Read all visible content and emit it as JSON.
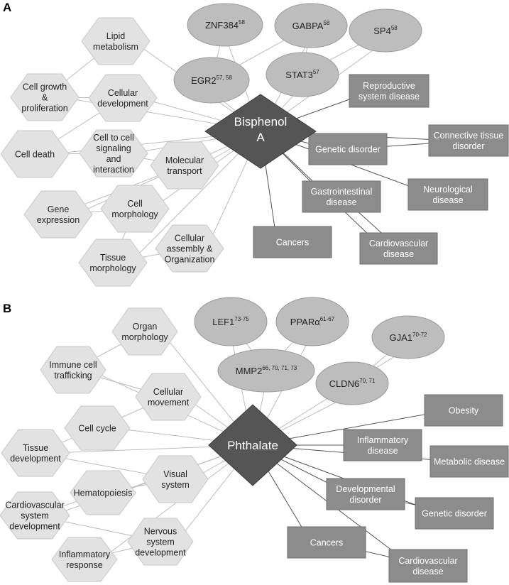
{
  "panels": [
    {
      "letter": "A",
      "center": {
        "label": "Bisphenol A"
      },
      "genes": [
        {
          "name": "ZNF384",
          "sup": "58"
        },
        {
          "name": "GABPA",
          "sup": "58"
        },
        {
          "name": "SP4",
          "sup": "58"
        },
        {
          "name": "EGR2",
          "sup": "57, 58"
        },
        {
          "name": "STAT3",
          "sup": "57"
        }
      ],
      "functions": [
        {
          "label": "Lipid metabolism"
        },
        {
          "label": "Cell growth & proliferation"
        },
        {
          "label": "Cellular development"
        },
        {
          "label": "Cell death"
        },
        {
          "label": "Cell to cell signaling and interaction"
        },
        {
          "label": "Molecular transport"
        },
        {
          "label": "Gene expression"
        },
        {
          "label": "Cell morphology"
        },
        {
          "label": "Tissue morphology"
        },
        {
          "label": "Cellular assembly & Organization"
        }
      ],
      "diseases": [
        {
          "label": "Reproductive system disease"
        },
        {
          "label": "Connective tissue disorder"
        },
        {
          "label": "Genetic disorder"
        },
        {
          "label": "Gastrointestinal disease"
        },
        {
          "label": "Neurological disease"
        },
        {
          "label": "Cancers"
        },
        {
          "label": "Cardiovascular disease"
        }
      ]
    },
    {
      "letter": "B",
      "center": {
        "label": "Phthalate"
      },
      "genes": [
        {
          "name": "LEF1",
          "sup": "73-75"
        },
        {
          "name": "PPARα",
          "sup": "61-67"
        },
        {
          "name": "GJA1",
          "sup": "70-72"
        },
        {
          "name": "MMP2",
          "sup": "66, 70, 71, 73"
        },
        {
          "name": "CLDN6",
          "sup": "70, 71"
        }
      ],
      "functions": [
        {
          "label": "Organ morphology"
        },
        {
          "label": "Immune cell trafficking"
        },
        {
          "label": "Cellular movement"
        },
        {
          "label": "Cell cycle"
        },
        {
          "label": "Tissue development"
        },
        {
          "label": "Visual system"
        },
        {
          "label": "Hematopoiesis"
        },
        {
          "label": "Cardiovascular system development"
        },
        {
          "label": "Nervous system development"
        },
        {
          "label": "Inflammatory response"
        }
      ],
      "diseases": [
        {
          "label": "Obesity"
        },
        {
          "label": "Inflammatory disease"
        },
        {
          "label": "Metabolic disease"
        },
        {
          "label": "Developmental disorder"
        },
        {
          "label": "Genetic disorder"
        },
        {
          "label": "Cancers"
        },
        {
          "label": "Cardiovascular disease"
        }
      ]
    }
  ],
  "colors": {
    "hexagon_fill": "#e2e2e2",
    "hexagon_stroke": "#c8c8c8",
    "ellipse_fill": "#bdbdbd",
    "ellipse_stroke": "#9a9a9a",
    "disease_fill": "#8c8c8c",
    "disease_stroke": "#6e6e6e",
    "center_fill": "#555555",
    "center_stroke": "#3a3a3a",
    "edge": "#bdbdbd",
    "edge_dark": "#555555",
    "text_dark": "#222222",
    "text_light": "#ffffff"
  }
}
